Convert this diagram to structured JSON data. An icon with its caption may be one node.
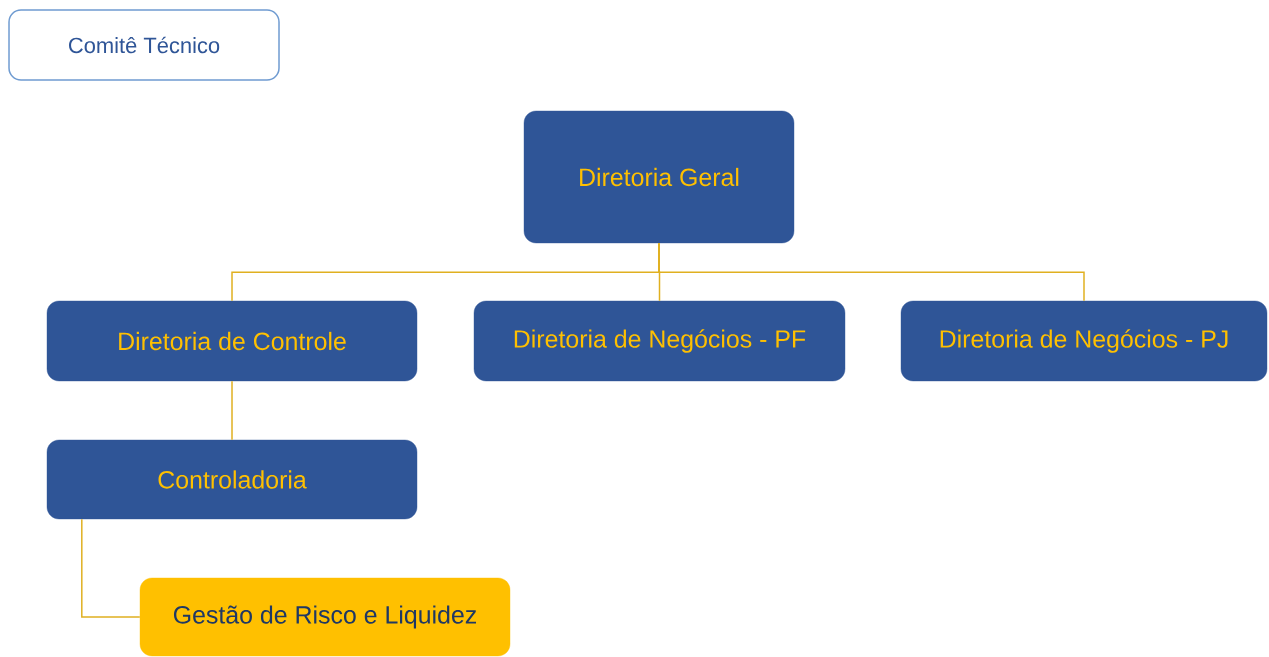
{
  "diagram": {
    "nodes": [
      {
        "text": [
          "Comitê Técnico"
        ]
      },
      {
        "text": [
          "Diretoria Geral"
        ]
      },
      {
        "text": [
          "Diretoria de Controle"
        ]
      },
      {
        "text": [
          "Diretoria de Negócios - PF"
        ]
      },
      {
        "text": [
          "Diretoria de Negócios - PJ"
        ]
      },
      {
        "text": [
          "Controladoria"
        ]
      },
      {
        "text": [
          "Gestão de Risco e Liquidez"
        ]
      }
    ],
    "edges": [
      {
        "from": 1,
        "to": 2,
        "arrow": "none"
      },
      {
        "from": 1,
        "to": 3,
        "arrow": "none"
      },
      {
        "from": 1,
        "to": 4,
        "arrow": "none"
      },
      {
        "from": 2,
        "to": 5,
        "arrow": "none"
      },
      {
        "from": 5,
        "to": 6,
        "arrow": "none"
      }
    ]
  }
}
